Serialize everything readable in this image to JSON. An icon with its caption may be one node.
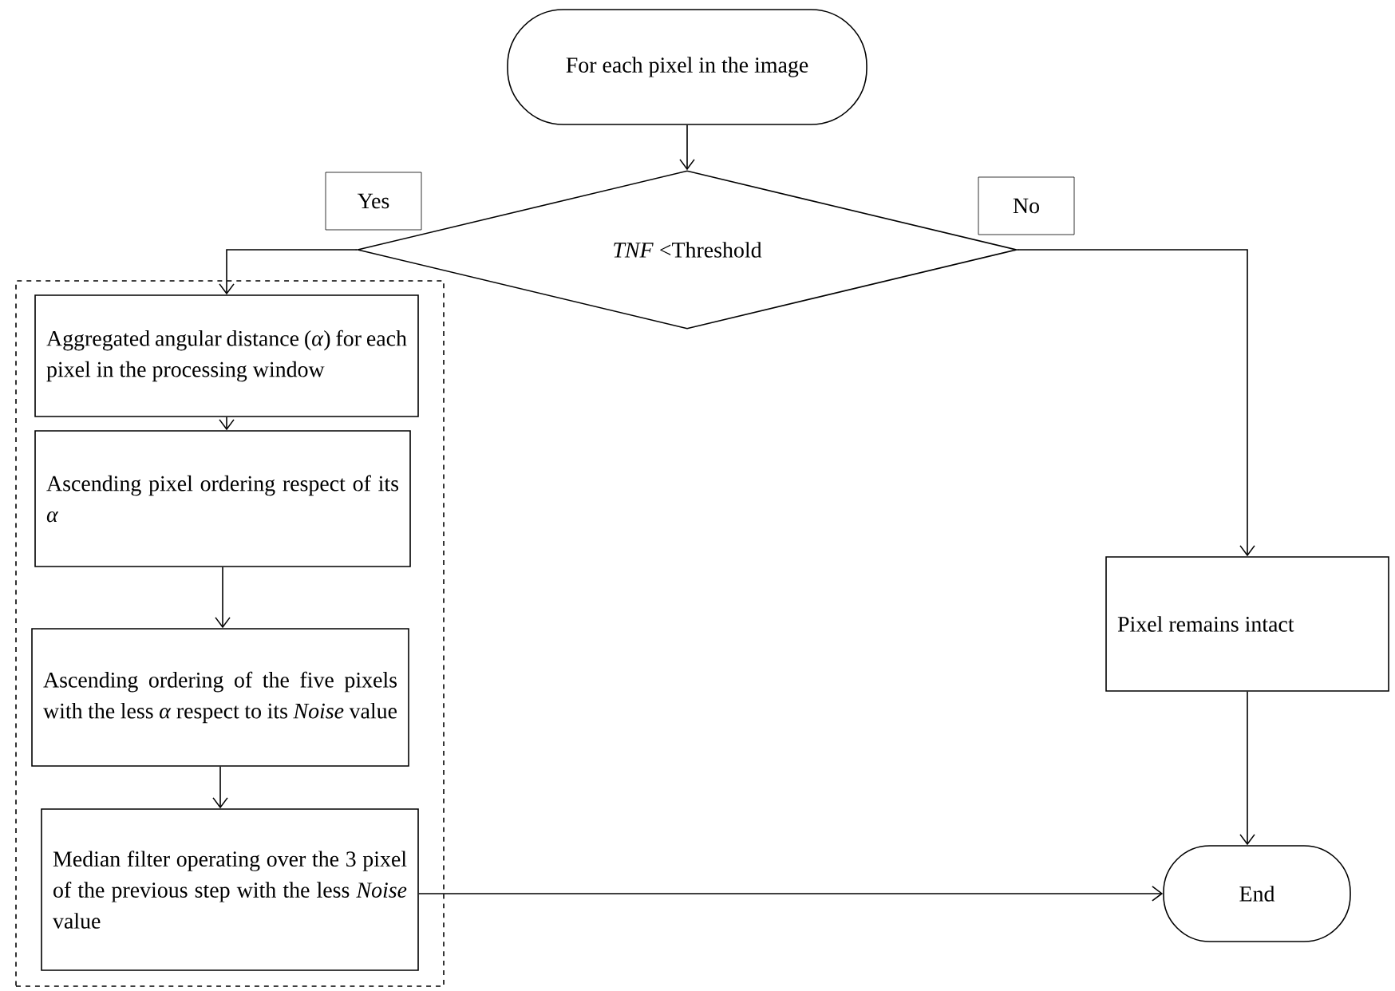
{
  "diagram": {
    "nodes": [
      {
        "text": [
          "For each pixel in the image"
        ]
      },
      {
        "text": [
          "*TNF* <Threshold"
        ]
      },
      {
        "text": [],
        "shape": "box"
      },
      {
        "text": [
          "Aggregated angular distance (*α*) for each pixel in the processing window"
        ],
        "in": 2
      },
      {
        "text": [
          "Ascending pixel ordering respect of its *α*"
        ],
        "in": 2
      },
      {
        "text": [
          "Ascending ordering of the five pixels with the less *α* respect to its *Noise* value"
        ],
        "in": 2
      },
      {
        "text": [
          "Median filter operating over the 3 pixel of the previous step with the less *Noise* value"
        ],
        "in": 2
      },
      {
        "text": [
          "Pixel remains intact"
        ]
      },
      {
        "text": [
          "End"
        ]
      }
    ],
    "edges": [
      {
        "from": 0,
        "to": 1,
        "arrow": "to"
      },
      {
        "from": 1,
        "to": 3,
        "arrow": "to",
        "label": "Yes"
      },
      {
        "from": 1,
        "to": 7,
        "arrow": "to",
        "label": "No"
      },
      {
        "from": 3,
        "to": 4,
        "arrow": "to"
      },
      {
        "from": 4,
        "to": 5,
        "arrow": "to"
      },
      {
        "from": 5,
        "to": 6,
        "arrow": "to"
      },
      {
        "from": 6,
        "to": 8,
        "arrow": "to"
      },
      {
        "from": 7,
        "to": 8,
        "arrow": "to"
      }
    ]
  }
}
